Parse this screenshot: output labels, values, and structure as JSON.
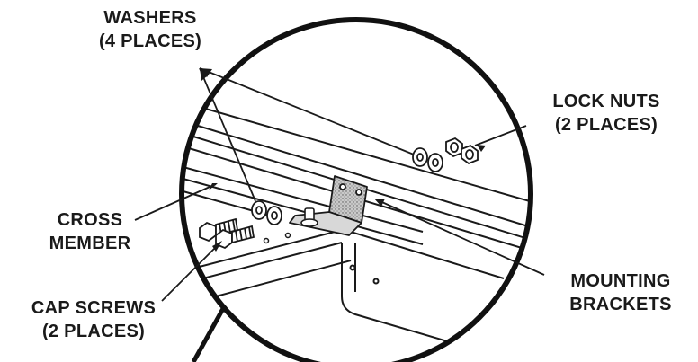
{
  "callouts": {
    "washers": {
      "line1": "WASHERS",
      "line2": "(4 PLACES)"
    },
    "lock_nuts": {
      "line1": "LOCK NUTS",
      "line2": "(2 PLACES)"
    },
    "cross_member": {
      "line1": "CROSS",
      "line2": "MEMBER"
    },
    "cap_screws": {
      "line1": "CAP SCREWS",
      "line2": "(2 PLACES)"
    },
    "mounting_brackets": {
      "line1": "MOUNTING",
      "line2": "BRACKETS"
    }
  },
  "colors": {
    "ink": "#1a1a1a",
    "bracket_fill": "#bdbdbd",
    "background": "#ffffff"
  }
}
